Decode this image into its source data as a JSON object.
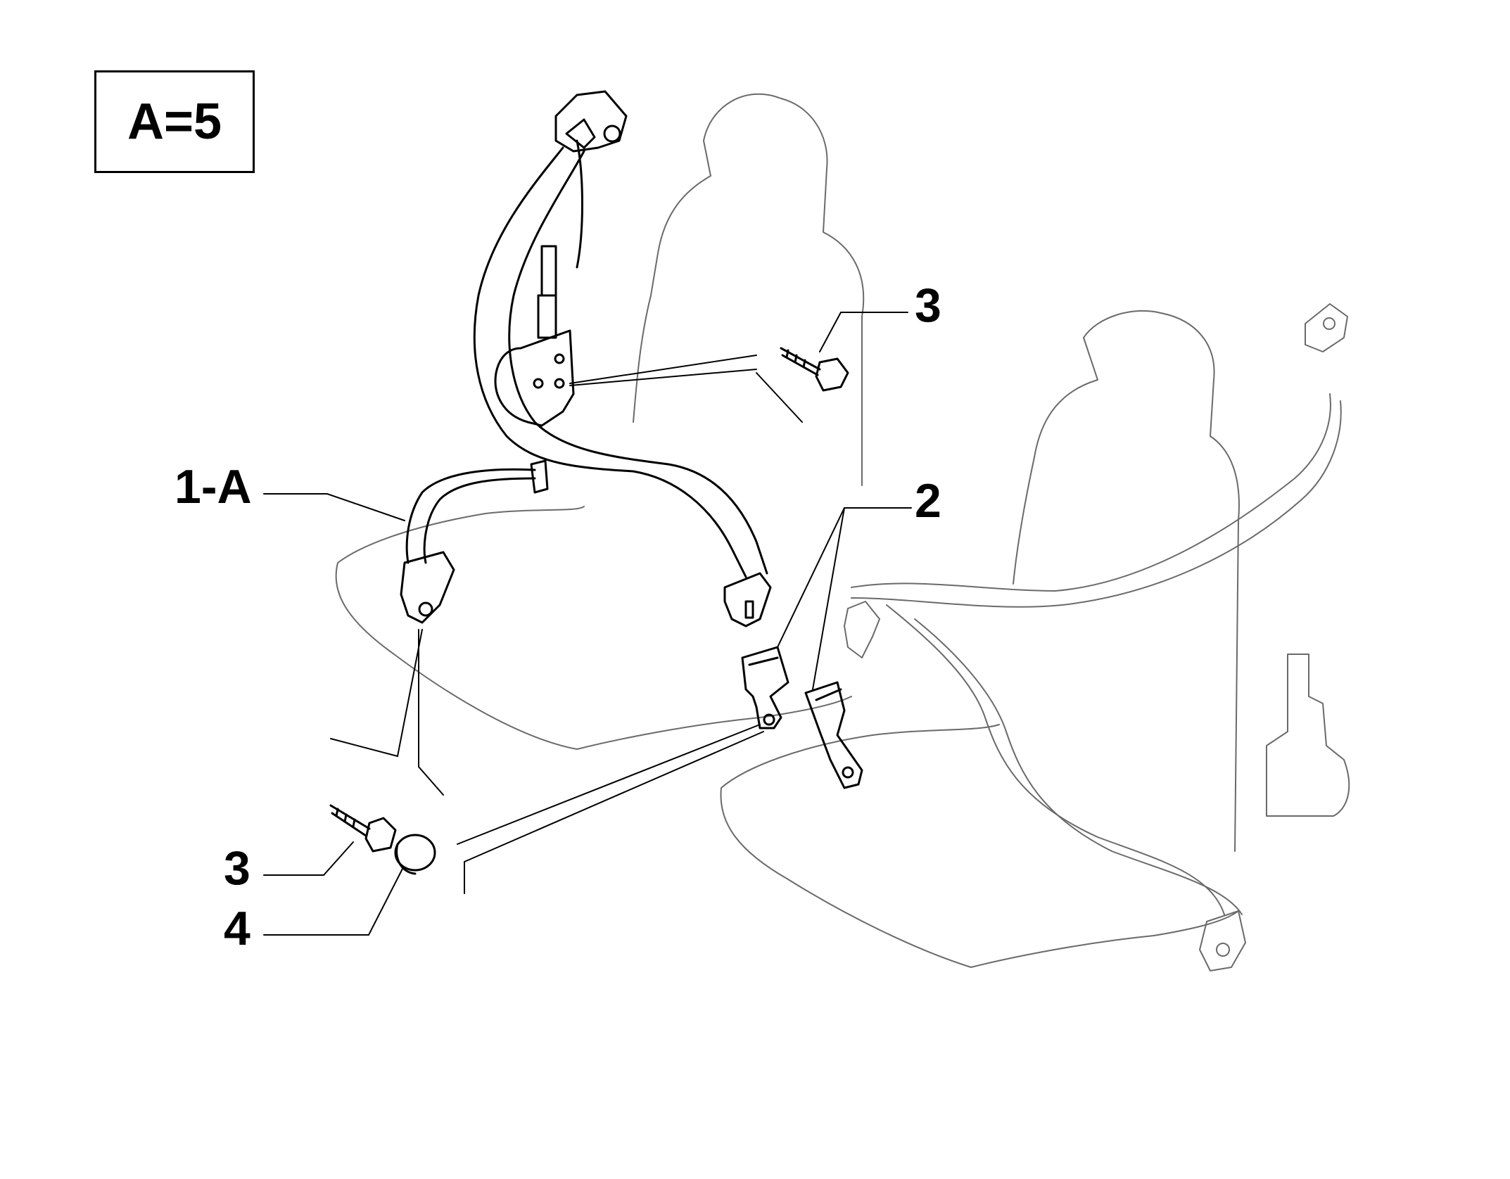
{
  "scheme": {
    "variant_box": "A=5",
    "callouts": {
      "belt_assembly": "1-A",
      "buckle": "2",
      "bolt_upper": "3",
      "bolt_lower": "3",
      "cap": "4"
    }
  }
}
